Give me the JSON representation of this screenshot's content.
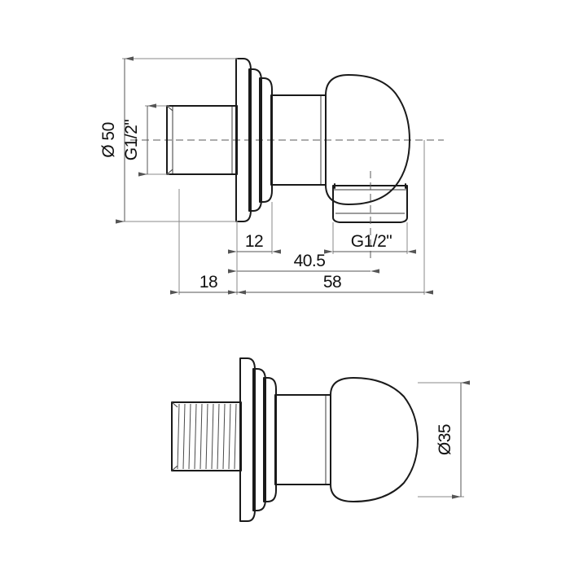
{
  "document": {
    "kind": "technical-drawing",
    "title": "Wall outlet elbow with ball joint",
    "background_color": "#ffffff",
    "line_color": "#1a1a1a",
    "dimension_color": "#555555",
    "views": 2
  },
  "top_view": {
    "name": "side-section-view",
    "dimensions": {
      "diameter_flange": "Ø 50",
      "inlet_thread": "G1/2\"",
      "outlet_thread": "G1/2\"",
      "wall_projection": "12",
      "inlet_length": "18",
      "axis_to_outlet": "40.5",
      "overall_length": "58"
    }
  },
  "bottom_view": {
    "name": "elevation-view",
    "dimensions": {
      "ball_diameter": "Ø35"
    }
  },
  "labels": [
    {
      "id": "dia50",
      "text": "Ø 50",
      "orientation": "vertical"
    },
    {
      "id": "inlet-g12",
      "text": "G1/2\"",
      "orientation": "vertical"
    },
    {
      "id": "dim12",
      "text": "12",
      "orientation": "horizontal"
    },
    {
      "id": "outlet-g12",
      "text": "G1/2\"",
      "orientation": "horizontal"
    },
    {
      "id": "dim405",
      "text": "40.5",
      "orientation": "horizontal"
    },
    {
      "id": "dim18",
      "text": "18",
      "orientation": "horizontal"
    },
    {
      "id": "dim58",
      "text": "58",
      "orientation": "horizontal"
    },
    {
      "id": "dia35",
      "text": "Ø35",
      "orientation": "vertical"
    }
  ]
}
